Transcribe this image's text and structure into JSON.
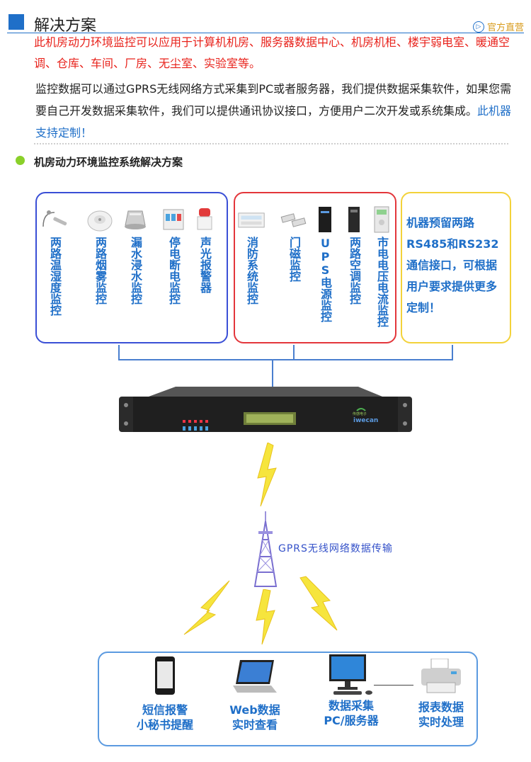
{
  "header": {
    "title": "解决方案",
    "official_label": "官方直营"
  },
  "intro": {
    "red_text": "此机房动力环境监控可以应用于计算机机房、服务器数据中心、机房机柜、楼宇弱电室、暖通空调、仓库、车间、厂房、无尘室、实验室等。",
    "body_text": "监控数据可以通过GPRS无线网络方式采集到PC或者服务器，我们提供数据采集软件，如果您需要自己开发数据采集软件，我们可以提供通讯协议接口，方便用户二次开发或系统集成。",
    "highlight_text": "此机器支持定制！"
  },
  "section": {
    "title": "机房动力环境监控系统解决方案"
  },
  "groups": {
    "blue": [
      {
        "label": "两路温湿度监控",
        "icon": "temperature-probe-icon"
      },
      {
        "label": "两路烟雾监控",
        "icon": "smoke-detector-icon"
      },
      {
        "label": "漏水浸水监控",
        "icon": "water-leak-sensor-icon"
      },
      {
        "label": "停电断电监控",
        "icon": "circuit-breaker-icon"
      },
      {
        "label": "声光报警器",
        "icon": "alarm-light-icon"
      }
    ],
    "red": [
      {
        "label": "消防系统监控",
        "icon": "fire-panel-icon"
      },
      {
        "label": "门磁监控",
        "icon": "door-magnet-icon"
      },
      {
        "label": "UPS电源监控",
        "icon": "ups-icon"
      },
      {
        "label": "两路空调监控",
        "icon": "air-conditioner-icon"
      },
      {
        "label": "市电电压电流监控",
        "icon": "power-meter-icon"
      }
    ],
    "yellow_note": "机器预留两路RS485和RS232通信接口，可根据用户要求提供更多定制！"
  },
  "device": {
    "brand": "iwecan",
    "brand_cn": "传感电子",
    "icon": "rack-monitor-device-icon"
  },
  "network": {
    "label": "GPRS无线网络数据传输",
    "icon": "signal-tower-icon"
  },
  "terminals": [
    {
      "line1": "短信报警",
      "line2": "小秘书提醒",
      "icon": "mobile-phone-icon"
    },
    {
      "line1": "Web数据",
      "line2": "实时查看",
      "icon": "laptop-icon"
    },
    {
      "line1": "数据采集",
      "line2": "PC/服务器",
      "icon": "desktop-pc-icon"
    },
    {
      "line1": "报表数据",
      "line2": "实时处理",
      "icon": "printer-icon"
    }
  ],
  "colors": {
    "accent_blue": "#1f6fc8",
    "red": "#e8221b",
    "yellow": "#f3d23a",
    "green_dot": "#8ad02a"
  }
}
